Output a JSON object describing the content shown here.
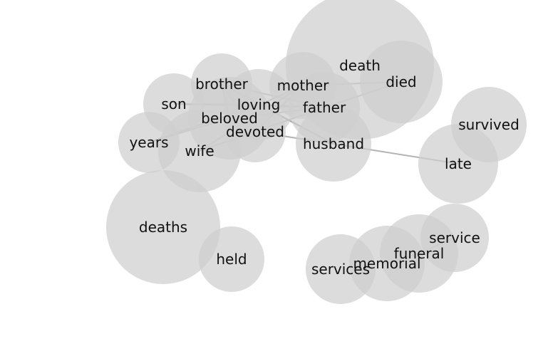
{
  "colors": {
    "node_fill": "#cfcfcf",
    "edge": "#9a9a9a",
    "label": "#111111",
    "background": "#ffffff"
  },
  "nodes": [
    {
      "id": "death",
      "label": "death"
    },
    {
      "id": "died",
      "label": "died"
    },
    {
      "id": "mother",
      "label": "mother"
    },
    {
      "id": "brother",
      "label": "brother"
    },
    {
      "id": "son",
      "label": "son"
    },
    {
      "id": "loving",
      "label": "loving"
    },
    {
      "id": "father",
      "label": "father"
    },
    {
      "id": "beloved",
      "label": "beloved"
    },
    {
      "id": "devoted",
      "label": "devoted"
    },
    {
      "id": "years",
      "label": "years"
    },
    {
      "id": "wife",
      "label": "wife"
    },
    {
      "id": "husband",
      "label": "husband"
    },
    {
      "id": "survived",
      "label": "survived"
    },
    {
      "id": "late",
      "label": "late"
    },
    {
      "id": "deaths",
      "label": "deaths"
    },
    {
      "id": "held",
      "label": "held"
    },
    {
      "id": "service",
      "label": "service"
    },
    {
      "id": "funeral",
      "label": "funeral"
    },
    {
      "id": "memorial",
      "label": "memorial"
    },
    {
      "id": "services",
      "label": "services"
    }
  ],
  "edges": [
    [
      "mother",
      "died"
    ],
    [
      "father",
      "died"
    ],
    [
      "brother",
      "husband"
    ],
    [
      "brother",
      "father"
    ],
    [
      "brother",
      "beloved"
    ],
    [
      "brother",
      "devoted"
    ],
    [
      "son",
      "father"
    ],
    [
      "son",
      "loving"
    ],
    [
      "loving",
      "father"
    ],
    [
      "loving",
      "husband"
    ],
    [
      "beloved",
      "father"
    ],
    [
      "beloved",
      "mother"
    ],
    [
      "devoted",
      "husband"
    ],
    [
      "devoted",
      "mother"
    ],
    [
      "years",
      "beloved"
    ],
    [
      "years",
      "loving"
    ],
    [
      "wife",
      "father"
    ],
    [
      "wife",
      "mother"
    ],
    [
      "husband",
      "late"
    ],
    [
      "service",
      "funeral"
    ],
    [
      "funeral",
      "memorial"
    ]
  ]
}
